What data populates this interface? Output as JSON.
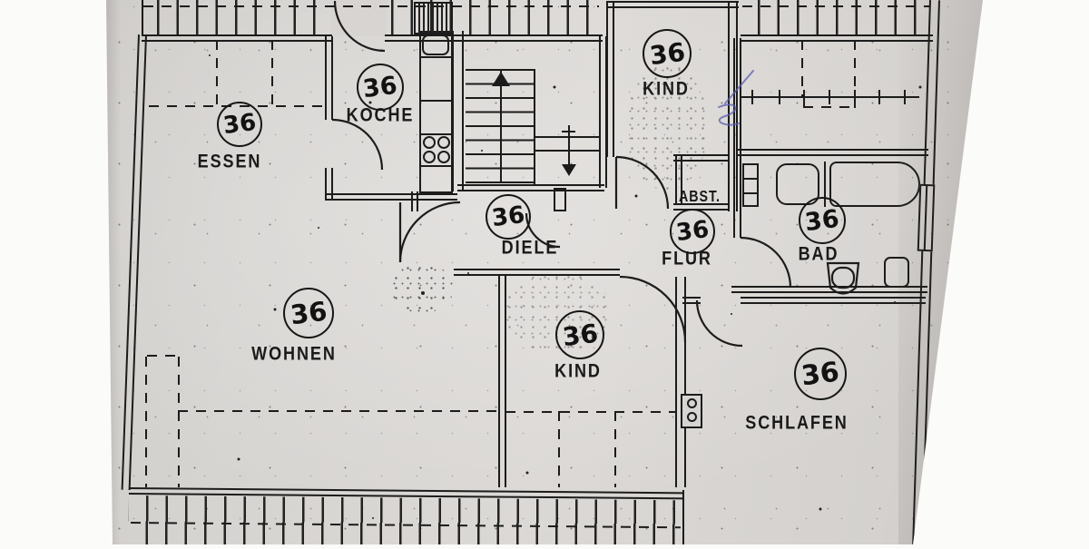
{
  "plan": {
    "unit_number": "36",
    "rooms": [
      {
        "key": "essen",
        "label": "ESSEN",
        "number": "36"
      },
      {
        "key": "kueche",
        "label": "KOCHE",
        "number": "36"
      },
      {
        "key": "kind_top",
        "label": "KIND",
        "number": "36"
      },
      {
        "key": "diele",
        "label": "DIELE",
        "number": "36"
      },
      {
        "key": "flur",
        "label": "FLUR",
        "number": "36"
      },
      {
        "key": "abstellraum",
        "label": "ABST.",
        "number": ""
      },
      {
        "key": "bad",
        "label": "BAD",
        "number": "36"
      },
      {
        "key": "wohnen",
        "label": "WOHNEN",
        "number": "36"
      },
      {
        "key": "kind_bottom",
        "label": "KIND",
        "number": "36"
      },
      {
        "key": "schlafen",
        "label": "SCHLAFEN",
        "number": "36"
      }
    ],
    "colors": {
      "ink": "#1c1c1c",
      "paper": "#d7d4d1",
      "pen_annotation": "#5b5fb0"
    }
  }
}
